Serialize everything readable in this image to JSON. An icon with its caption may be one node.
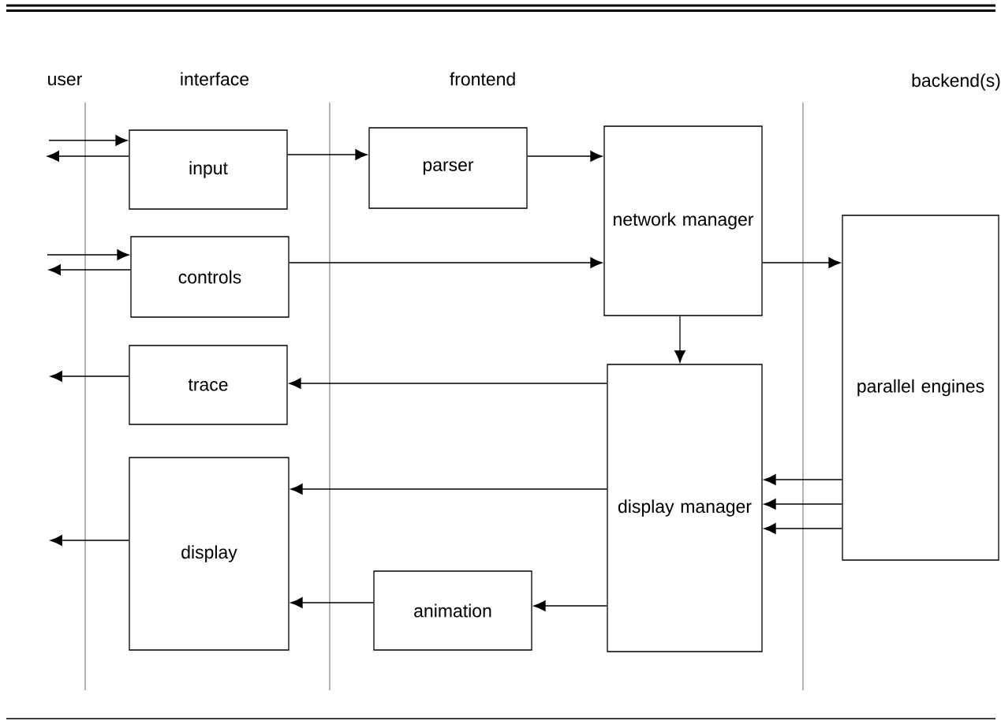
{
  "diagram": {
    "nodes": [
      {
        "text": [
          "input"
        ]
      },
      {
        "text": [
          "controls"
        ]
      },
      {
        "text": [
          "trace"
        ]
      },
      {
        "text": [
          "display"
        ]
      },
      {
        "text": [
          "parser"
        ]
      },
      {
        "text": [
          "network manager"
        ]
      },
      {
        "text": [
          "display manager"
        ]
      },
      {
        "text": [
          "animation"
        ]
      },
      {
        "text": [
          "parallel engines"
        ]
      }
    ],
    "edges": [
      {
        "from": null,
        "to": 0,
        "arrow": "to"
      },
      {
        "from": 0,
        "to": null,
        "arrow": "to"
      },
      {
        "from": null,
        "to": 1,
        "arrow": "to"
      },
      {
        "from": 1,
        "to": null,
        "arrow": "to"
      },
      {
        "from": 2,
        "to": null,
        "arrow": "to"
      },
      {
        "from": 3,
        "to": null,
        "arrow": "to"
      },
      {
        "from": 0,
        "to": 4,
        "arrow": "to"
      },
      {
        "from": 4,
        "to": 5,
        "arrow": "to"
      },
      {
        "from": 1,
        "to": 5,
        "arrow": "to"
      },
      {
        "from": 5,
        "to": 8,
        "arrow": "to"
      },
      {
        "from": 5,
        "to": 6,
        "arrow": "to"
      },
      {
        "from": 6,
        "to": 2,
        "arrow": "to"
      },
      {
        "from": 6,
        "to": 3,
        "arrow": "to"
      },
      {
        "from": 6,
        "to": 7,
        "arrow": "to"
      },
      {
        "from": 7,
        "to": 3,
        "arrow": "to"
      },
      {
        "from": 8,
        "to": 6,
        "arrow": "to"
      },
      {
        "from": 8,
        "to": 6,
        "arrow": "to"
      },
      {
        "from": 8,
        "to": 6,
        "arrow": "to"
      }
    ],
    "labels": [
      "user",
      "interface",
      "frontend",
      "backend(s)"
    ]
  }
}
